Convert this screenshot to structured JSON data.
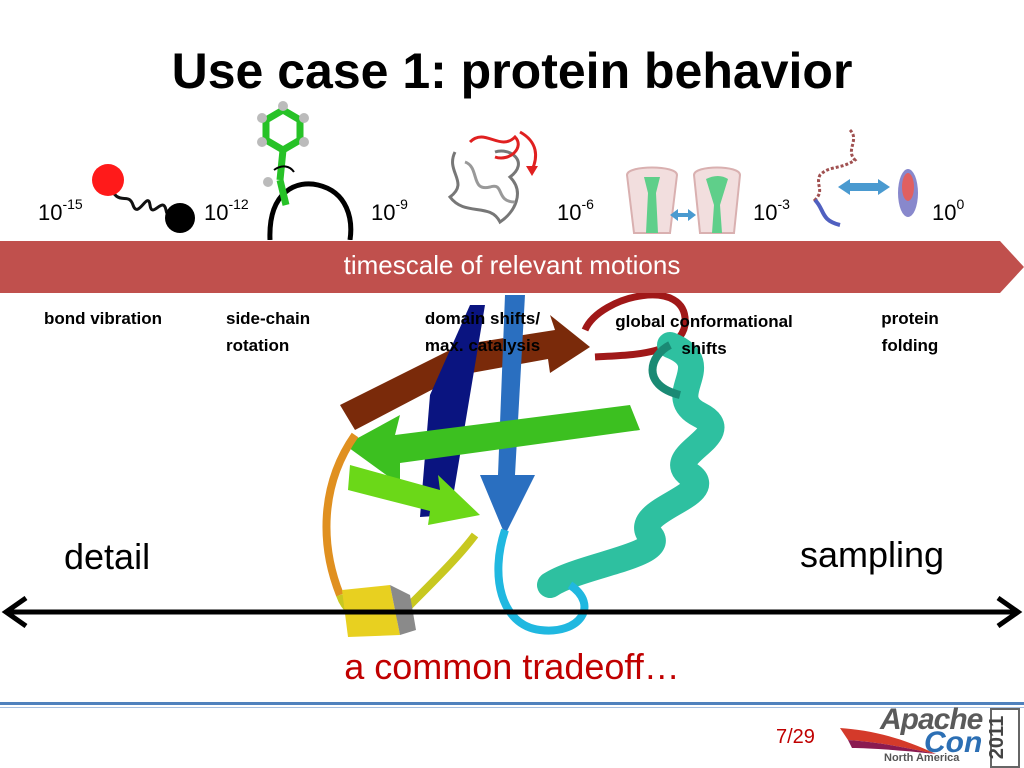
{
  "slide": {
    "title": "Use case 1: protein behavior",
    "timescale_banner": "timescale of relevant motions",
    "ticks": [
      {
        "base": "10",
        "exp": "-15"
      },
      {
        "base": "10",
        "exp": "-12"
      },
      {
        "base": "10",
        "exp": "-9"
      },
      {
        "base": "10",
        "exp": "-6"
      },
      {
        "base": "10",
        "exp": "-3"
      },
      {
        "base": "10",
        "exp": "0"
      }
    ],
    "motions": {
      "bond_1": "bond vibration",
      "side_1": "side-chain",
      "side_2": "rotation",
      "domain_1": "domain shifts/",
      "domain_2": "max. catalysis",
      "global_1": "global conformational",
      "global_2": "shifts",
      "fold_1": "protein",
      "fold_2": "folding"
    },
    "axis": {
      "left": "detail",
      "right": "sampling"
    },
    "tradeoff": "a common tradeoff…",
    "page": "7/29"
  },
  "logo": {
    "word1": "Apache",
    "word2": "Con",
    "region": "North America",
    "year": "2011"
  },
  "colors": {
    "banner": "#c0504d",
    "accent_red": "#c00000",
    "divider": "#4f81bd"
  }
}
